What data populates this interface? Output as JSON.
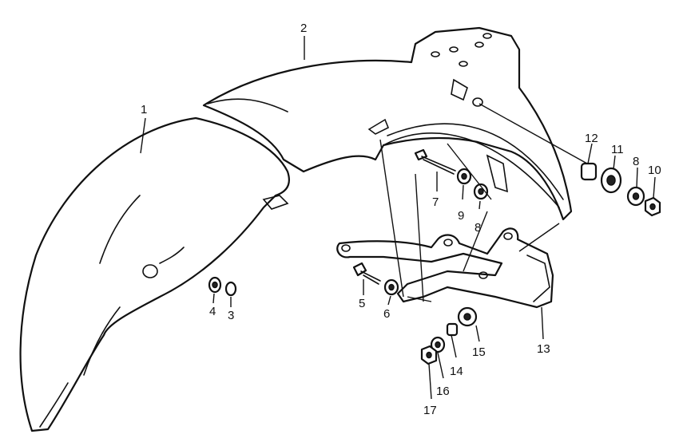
{
  "callouts": {
    "c1": "1",
    "c2": "2",
    "c3": "3",
    "c4": "4",
    "c5": "5",
    "c6": "6",
    "c7": "7",
    "c8a": "8",
    "c8b": "8",
    "c9": "9",
    "c10": "10",
    "c11": "11",
    "c12": "12",
    "c13": "13",
    "c14": "14",
    "c15": "15",
    "c16": "16",
    "c17": "17"
  },
  "colors": {
    "ink": "#111111",
    "paper": "#ffffff"
  }
}
